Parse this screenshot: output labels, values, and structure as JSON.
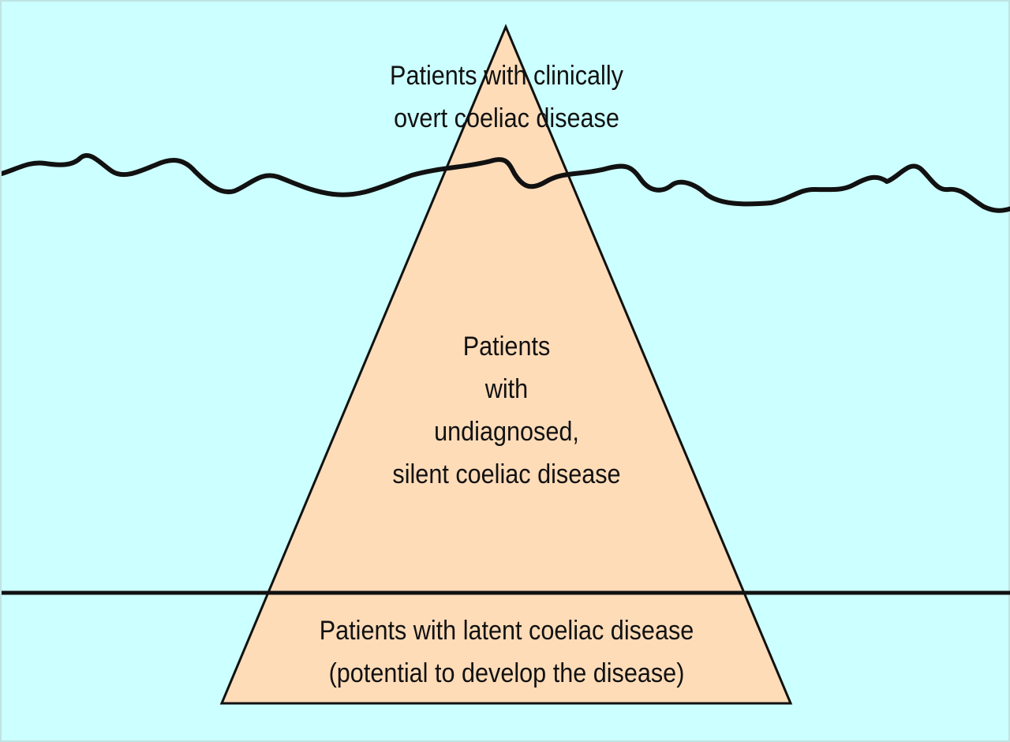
{
  "colors": {
    "water": "#ccffff",
    "iceberg": "#ffdcb8",
    "outline": "#111111"
  },
  "labels": {
    "top": {
      "line1": "Patients with clinically",
      "line2": "overt coeliac disease"
    },
    "middle": {
      "line1": "Patients",
      "line2": "with",
      "line3": "undiagnosed,",
      "line4": "silent coeliac disease"
    },
    "bottom": {
      "line1": "Patients with latent coeliac disease",
      "line2": "(potential to develop the disease)"
    }
  }
}
